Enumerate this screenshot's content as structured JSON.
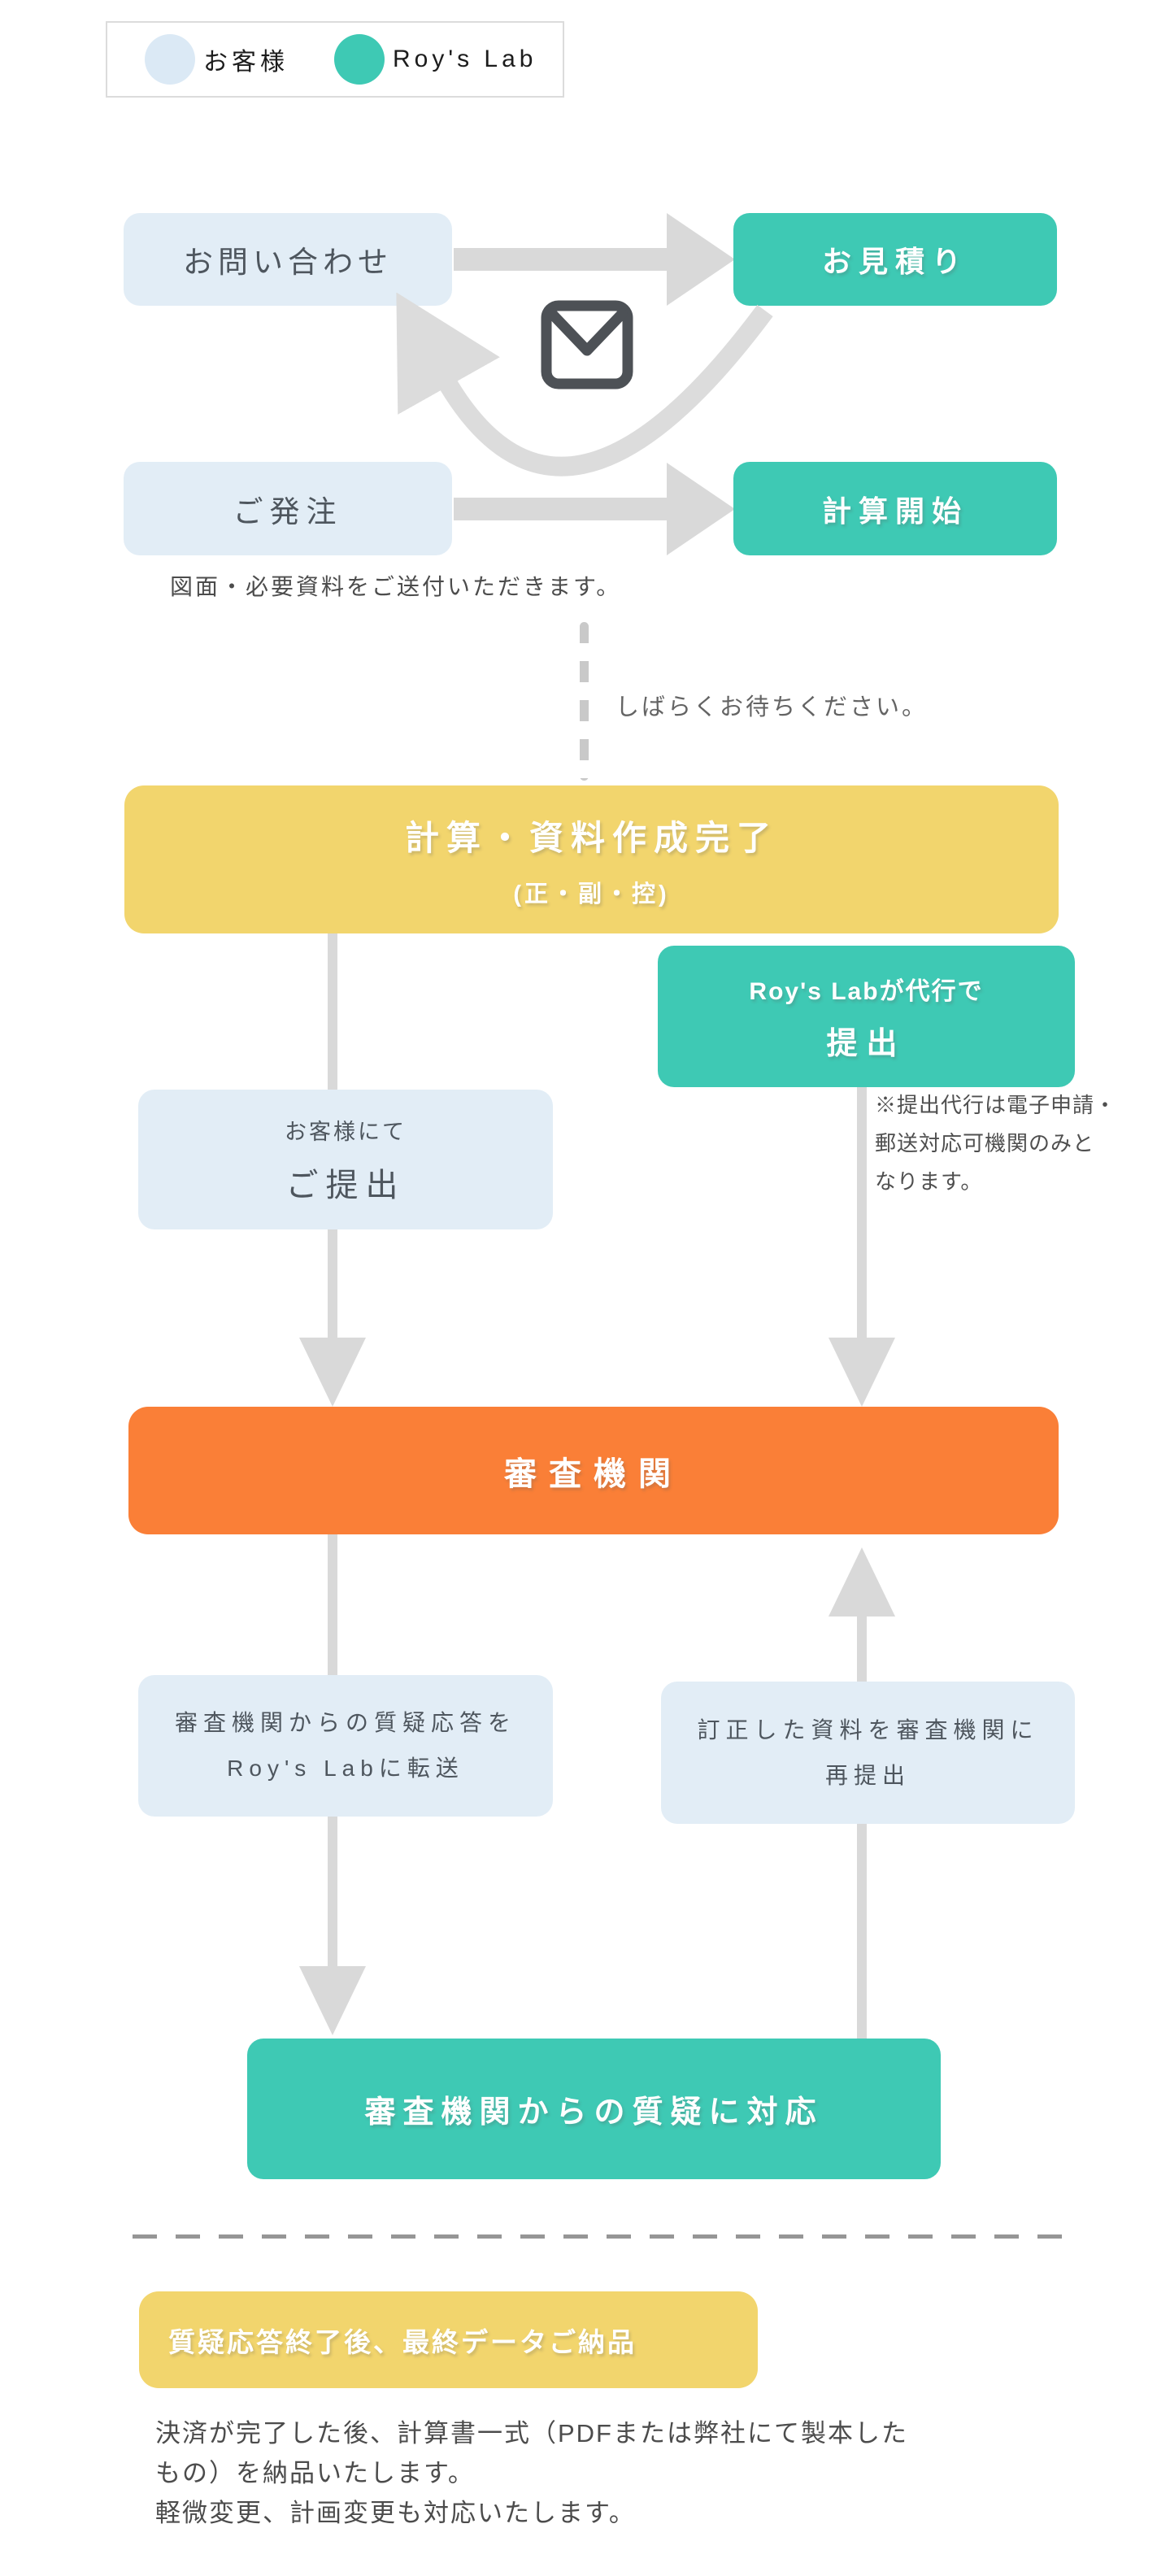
{
  "legend": {
    "items": [
      {
        "label": "お客様",
        "color": "#dbe9f5"
      },
      {
        "label": "Roy's Lab",
        "color": "#3ec9b4"
      }
    ]
  },
  "icons": {
    "mail_icon": "envelope-outline"
  },
  "colors": {
    "customer_box": "#e2edf6",
    "lab_box": "#3ec9b4",
    "milestone_box": "#f2d56d",
    "review_box": "#fa7f37",
    "arrow_gray": "#d9d9d9",
    "text_dark": "#4c4c4c"
  },
  "flow": {
    "inquiry": "お問い合わせ",
    "estimate": "お見積り",
    "order": "ご発注",
    "calc_start": "計算開始",
    "order_note": "図面・必要資料をご送付いただきます。",
    "wait_note": "しばらくお待ちください。",
    "complete": {
      "title": "計算・資料作成完了",
      "subtitle": "(正・副・控)"
    },
    "customer_submit": {
      "line1": "お客様にて",
      "line2": "ご提出"
    },
    "lab_submit": {
      "line1": "Roy's Labが代行で",
      "line2": "提出"
    },
    "lab_submit_note": {
      "line1": "※提出代行は電子申請・",
      "line2": "郵送対応可機関のみと",
      "line3": "なります。"
    },
    "review_org": "審査機関",
    "forward": {
      "line1": "審査機関からの質疑応答を",
      "line2": "Roy's Labに転送"
    },
    "resubmit": {
      "line1": "訂正した資料を審査機関に",
      "line2": "再提出"
    },
    "respond": "審査機関からの質疑に対応",
    "delivery": {
      "title": "質疑応答終了後、最終データご納品",
      "note1": "決済が完了した後、計算書一式（PDFまたは弊社にて製本したもの）を納品いたします。",
      "note2": "軽微変更、計画変更も対応いたします。"
    }
  }
}
